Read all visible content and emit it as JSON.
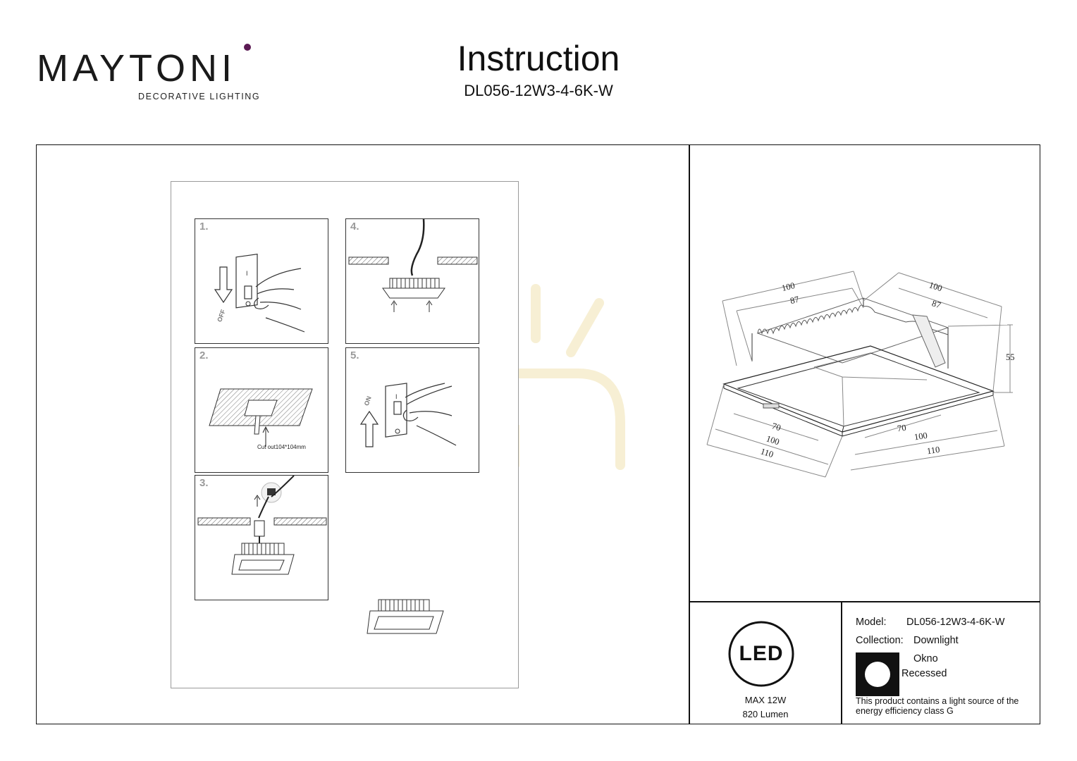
{
  "brand": {
    "name": "MAYTONI",
    "tagline": "DECORATIVE LIGHTING",
    "accent_color": "#5b1a53"
  },
  "header": {
    "title": "Instruction",
    "model": "DL056-12W3-4-6K-W"
  },
  "steps": [
    {
      "number": "1.",
      "label": "OFF"
    },
    {
      "number": "2.",
      "label": "Cut out104*104mm"
    },
    {
      "number": "3."
    },
    {
      "number": "4."
    },
    {
      "number": "5.",
      "label": "ON"
    }
  ],
  "dimensions": {
    "left_top_outer": "100",
    "left_top_inner": "87",
    "right_top_outer": "100",
    "right_top_inner": "87",
    "height": "55",
    "left_bottom_inner": "70",
    "left_bottom_mid": "100",
    "left_bottom_outer": "110",
    "right_bottom_inner": "70",
    "right_bottom_mid": "100",
    "right_bottom_outer": "110"
  },
  "specs": {
    "led_badge": "LED",
    "power": "MAX 12W",
    "luminous_flux": "820 Lumen"
  },
  "info": {
    "model_label": "Model:",
    "model_value": "DL056-12W3-4-6K-W",
    "collection_label": "Collection:",
    "collection_value": "Downlight",
    "sub_collection": "Okno",
    "mount_type": "Recessed",
    "energy_text": "This product contains a light source of the energy efficiency class G",
    "icon": "recessed-mount-icon"
  }
}
